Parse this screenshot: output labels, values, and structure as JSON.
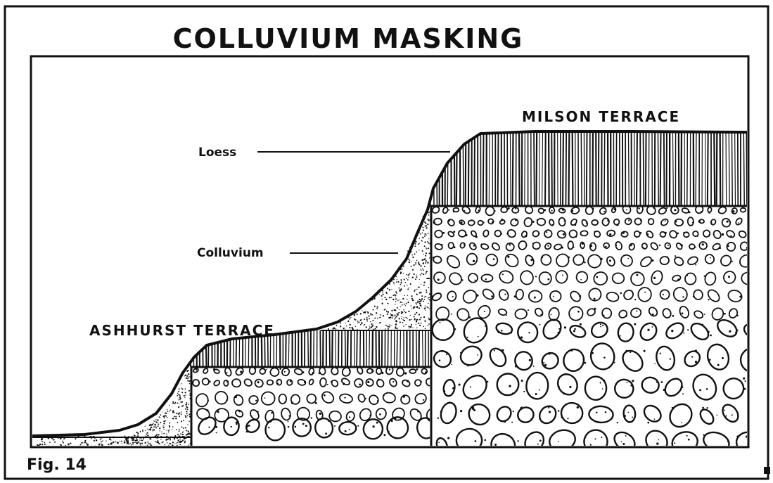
{
  "title": "COLLUVIUM MASKING",
  "labels": {
    "milson_terrace": "MILSON TERRACE",
    "loess": "Loess",
    "colluvium": "Colluvium",
    "ashhurst_terrace": "ASHHURST TERRACE"
  },
  "figure_number": "Fig. 14",
  "colors": {
    "ink": "#111111",
    "paper": "#ffffff"
  }
}
